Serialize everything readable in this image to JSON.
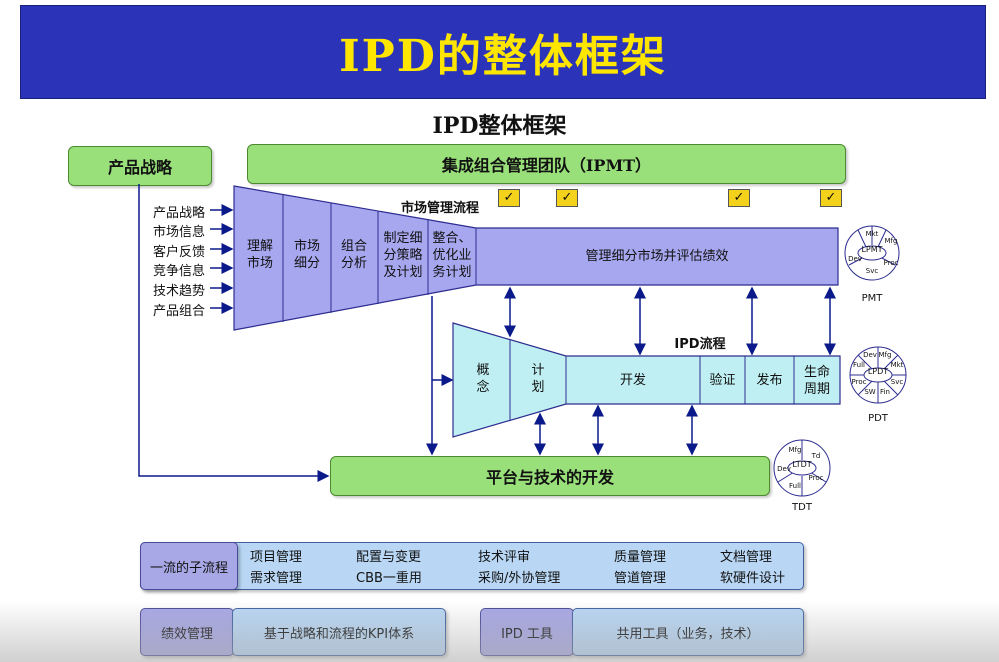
{
  "slide_title": "IPD的整体框架",
  "diagram_title": "IPD整体框架",
  "product_strategy": "产品战略",
  "ipmt": "集成组合管理团队（IPMT）",
  "inputs": [
    "产品战略",
    "市场信息",
    "客户反馈",
    "竞争信息",
    "技术趋势",
    "产品组合"
  ],
  "market_flow_title": "市场管理流程",
  "market_steps": [
    "理解\n市场",
    "市场\n细分",
    "组合\n分析",
    "制定细\n分策略\n及计划",
    "整合、\n优化业\n务计划"
  ],
  "market_manage": "管理细分市场并评估绩效",
  "ipd_flow_title": "IPD流程",
  "ipd_steps": [
    "概\n念",
    "计\n划",
    "开发",
    "验证",
    "发布",
    "生命\n周期"
  ],
  "platform": "平台与技术的开发",
  "checkmark": "✓",
  "pmt": {
    "label": "PMT",
    "center": "LPMT",
    "segments": [
      "Mkt",
      "Mfg",
      "Proc",
      "Svc",
      "Dev"
    ]
  },
  "pdt": {
    "label": "PDT",
    "center": "LPDT",
    "segments": [
      "Dev",
      "Mfg",
      "Mkt",
      "Svc",
      "Fin",
      "SW",
      "Proc",
      "Full"
    ]
  },
  "tdt": {
    "label": "TDT",
    "center": "LTDT",
    "segments": [
      "Mfg",
      "Td",
      "Proc",
      "Full",
      "Dev"
    ]
  },
  "legend": {
    "subprocess_head": "一流的子流程",
    "subprocess_items": [
      [
        "项目管理",
        "配置与变更",
        "技术评审",
        "质量管理",
        "文档管理"
      ],
      [
        "需求管理",
        "CBB一重用",
        "采购/外协管理",
        "管道管理",
        "软硬件设计"
      ]
    ],
    "perf_head": "绩效管理",
    "perf_text": "基于战略和流程的KPI体系",
    "tool_head": "IPD 工具",
    "tool_text": "共用工具（业务，技术）"
  },
  "colors": {
    "title_bg": "#2b34b8",
    "title_text": "#ffe600",
    "green_box": "#99e07a",
    "market_funnel": "#a7a7ef",
    "ipd_funnel": "#bfeff2",
    "arrow": "#0b1a8a"
  }
}
